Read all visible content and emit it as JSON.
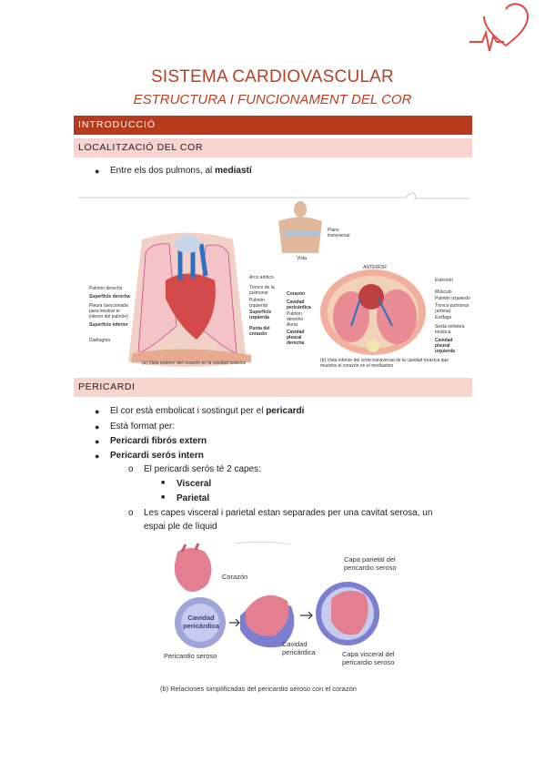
{
  "header": {
    "title": "SISTEMA CARDIOVASCULAR",
    "subtitle": "ESTRUCTURA I FUNCIONAMENT DEL COR"
  },
  "sections": {
    "intro": "INTRODUCCIÓ",
    "localitzacio": "LOCALITZACIÓ DEL COR",
    "pericardi": "PERICARDI"
  },
  "localitzacio": {
    "bullet1_prefix": "Entre els dos pulmons, al ",
    "bullet1_bold": "mediastí"
  },
  "figure1": {
    "labels_left": [
      "Pulmón derecho",
      "Superficie derecha",
      "Pleura (seccionada para mostrar el interior del pulmón)",
      "Superficie inferior",
      "Diafragma"
    ],
    "labels_mid": [
      "Arco aórtico",
      "Tronco de la pulmonar",
      "Pulmón izquierdo",
      "Superficie izquierda",
      "Punta del corazón"
    ],
    "caption_a": "(a) Vista anterior del corazón en la cavidad torácica",
    "torso_labels": [
      "Plano transversal",
      "Vista"
    ],
    "anterior": "ANTERIOR",
    "labels_cs_left": [
      "Corazón",
      "Cavidad pericárdica",
      "Pulmón derecho",
      "Aorta",
      "Cavidad pleural derecha"
    ],
    "labels_cs_right": [
      "Esternón",
      "Músculo",
      "Pulmón izquierdo",
      "Tronco pulmonar (arteria)",
      "Esófago",
      "Sexta vértebra torácica",
      "Cavidad pleural izquierda"
    ],
    "caption_b": "(b) Vista inferior del corte transversal de la cavidad torácica que muestra el corazón en el mediastino"
  },
  "pericardi": {
    "b1_prefix": "El cor està embolicat i sostingut per el ",
    "b1_bold": "pericardi",
    "b2": "Està format per:",
    "b3": "Pericardi fibrós extern",
    "b4": "Pericardi serós intern",
    "sub1": "El pericardi serós té 2 capes:",
    "sub1a": "Visceral",
    "sub1b": "Parietal",
    "sub2_l1": "Les capes visceral i parietal estan separades per una cavitat serosa, un",
    "sub2_l2": "espai ple de líquid"
  },
  "figure2": {
    "corazon": "Corazón",
    "cavidad_ball": "Cavidad pericárdica",
    "pericardio_seroso": "Pericardio seroso",
    "cavidad": "Cavidad pericárdica",
    "capa_parietal": "Capa parietal del pericardio seroso",
    "capa_visceral": "Capa visceral del pericardio seroso",
    "caption": "(b) Relaciones simplificadas del pericardio seroso con el corazón"
  },
  "colors": {
    "accent": "#b83a1c",
    "light_bar": "#f7d4cd",
    "title": "#b8401f"
  }
}
